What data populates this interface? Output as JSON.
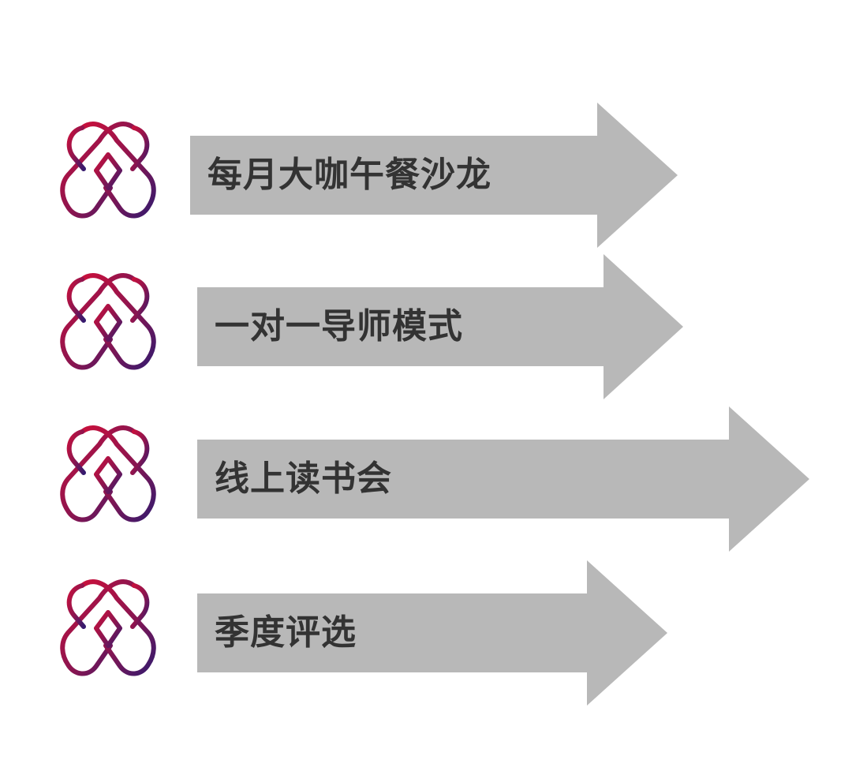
{
  "colors": {
    "arrow_fill": "#b8b8b8",
    "label_text": "#333333",
    "logo_gradient_start": "#c0103a",
    "logo_gradient_end": "#3a1a6a"
  },
  "icon": "intertwined-heart-logo-icon",
  "items": [
    {
      "label": "每月大咖午餐沙龙"
    },
    {
      "label": "一对一导师模式"
    },
    {
      "label": "线上读书会"
    },
    {
      "label": "季度评选"
    }
  ]
}
